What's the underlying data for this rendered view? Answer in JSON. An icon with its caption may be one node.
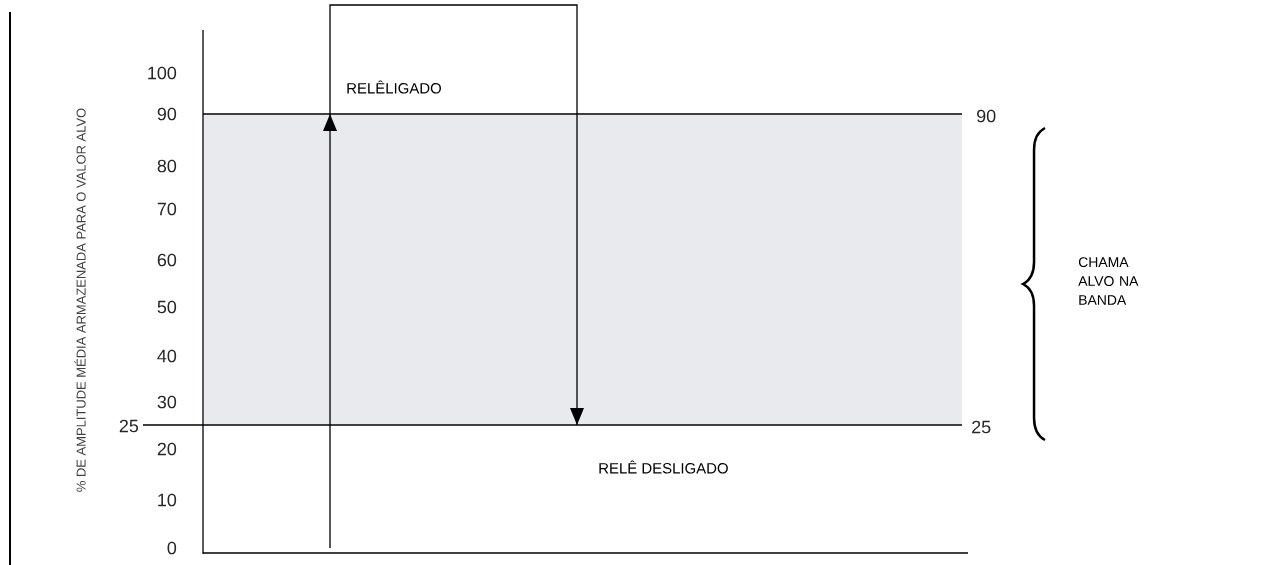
{
  "diagram": {
    "labels": [
      "% DE AMPLITUDE MÉDIA ARMAZENADA PARA O VALOR ALVO",
      "100",
      "90",
      "80",
      "70",
      "60",
      "50",
      "40",
      "30",
      "25",
      "20",
      "10",
      "0",
      "RELÊLIGADO",
      "90",
      "CHAMA ALVO NA BANDA",
      "25",
      "RELÊ DESLIGADO"
    ]
  }
}
